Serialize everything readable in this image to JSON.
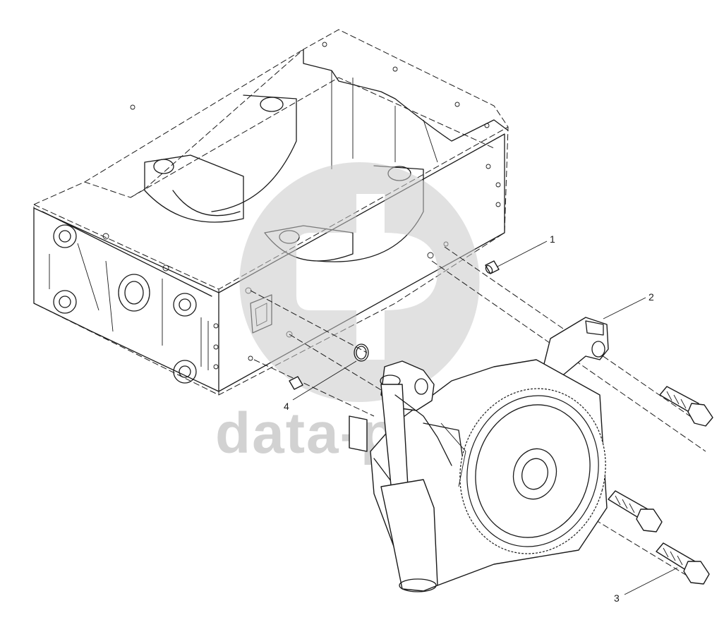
{
  "diagram": {
    "callouts": [
      {
        "id": "1",
        "label": "1"
      },
      {
        "id": "2",
        "label": "2"
      },
      {
        "id": "3",
        "label": "3"
      },
      {
        "id": "4",
        "label": "4"
      }
    ],
    "watermark": {
      "text": "data-parts"
    }
  },
  "colors": {
    "line": "#1a1a1a",
    "watermark": "#c8c8c8",
    "background": "#ffffff"
  }
}
